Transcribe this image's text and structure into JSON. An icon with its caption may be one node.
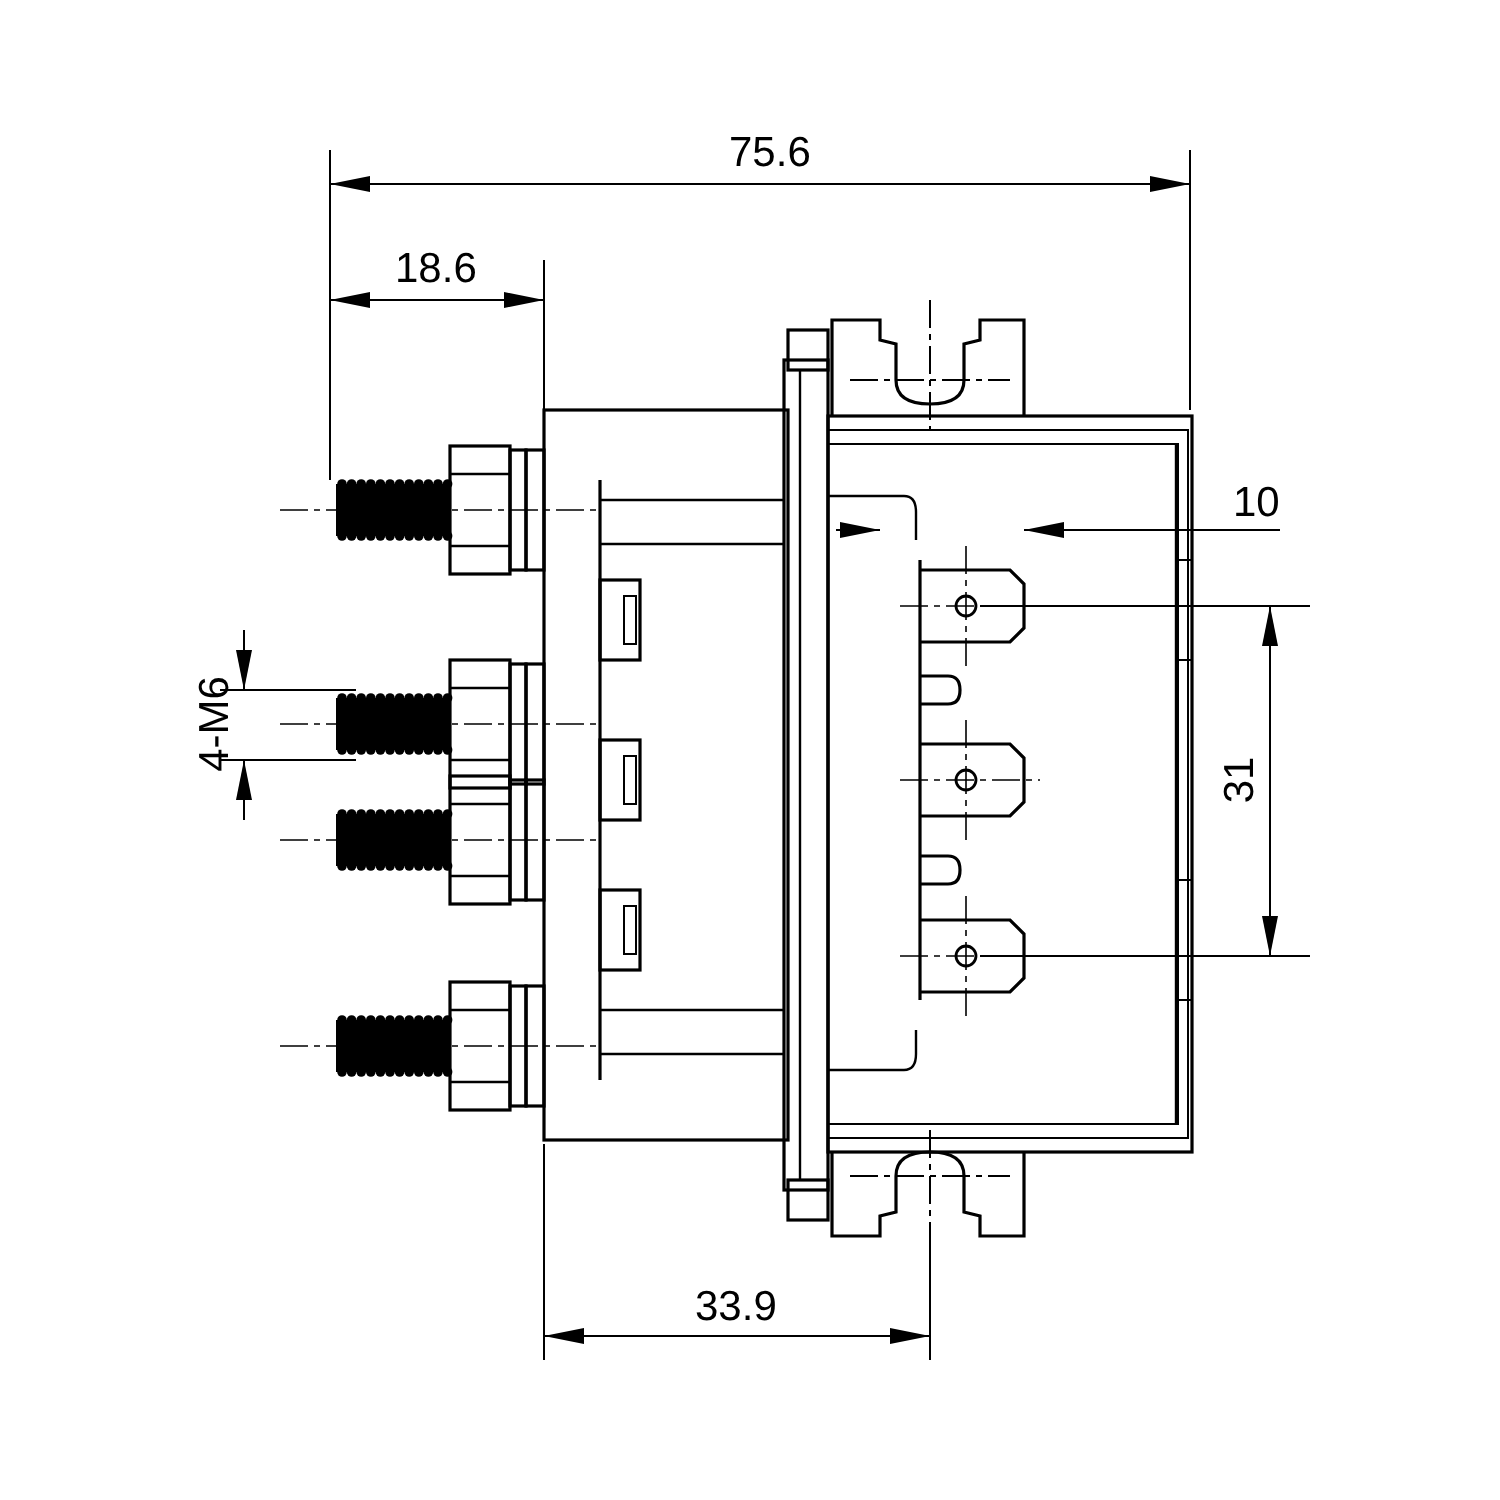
{
  "diagram": {
    "labels": [
      "75.6",
      "18.6",
      "10",
      "4-M6",
      "31",
      "33.9"
    ]
  }
}
